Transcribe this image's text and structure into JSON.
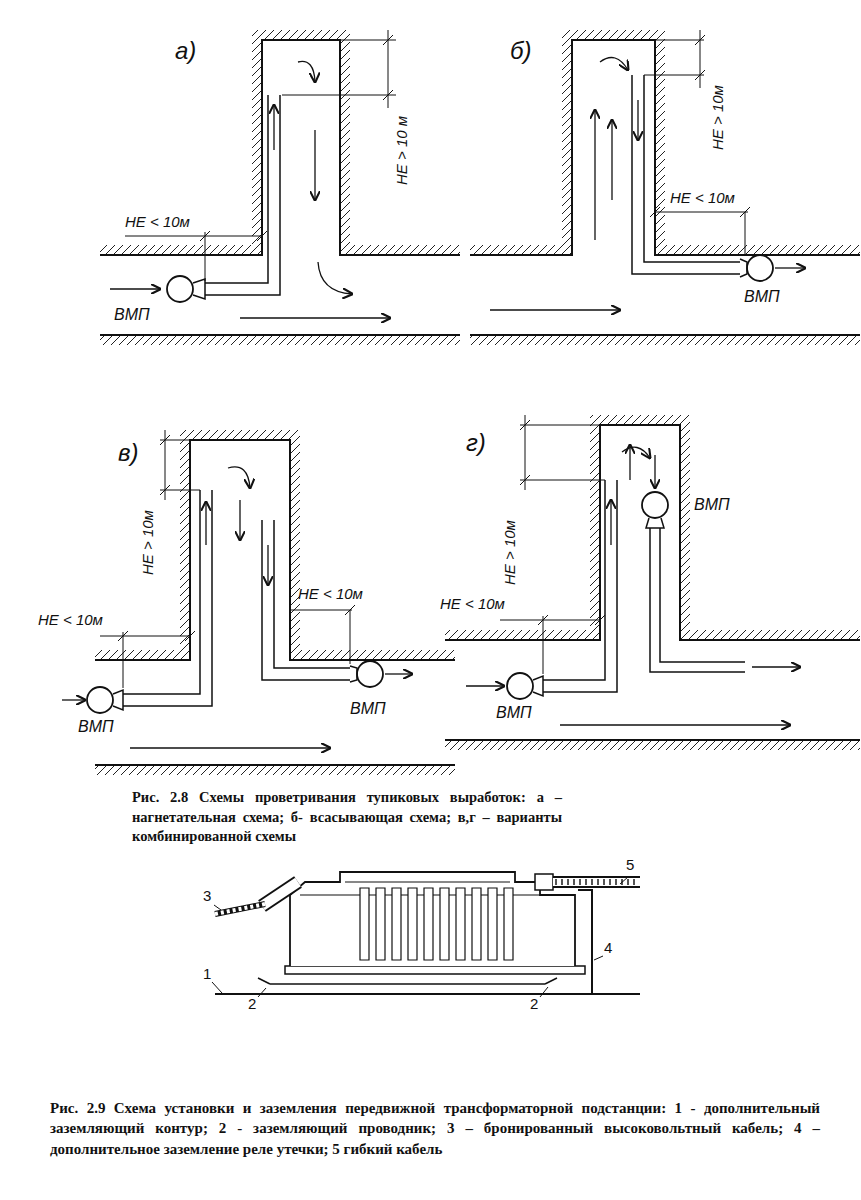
{
  "diagram": {
    "labels": [
      "а)",
      "НЕ > 10 м",
      "НЕ < 10м",
      "ВМП",
      "б)",
      "НЕ > 10м",
      "НЕ < 10м",
      "ВМП",
      "в)",
      "НЕ > 10м",
      "НЕ < 10м",
      "НЕ < 10м",
      "ВМП",
      "ВМП",
      "г)",
      "НЕ > 10м",
      "НЕ < 10м",
      "ВМП",
      "ВМП",
      "Рис. 2.8 Схемы проветривания тупиковых выработок: а – нагнетательная схема; б- всасывающая схема; в,г – варианты комбинированной схемы",
      "5",
      "3",
      "2",
      "2",
      "4",
      "1",
      "Рис. 2.9 Схема установки и заземления передвижной трансформаторной подстанции: 1 - дополнительный заземляющий контур; 2 - заземляющий проводник; 3 – бронированный высоковольтный кабель; 4 – дополнительное заземление реле утечки; 5 гибкий кабель"
    ]
  }
}
